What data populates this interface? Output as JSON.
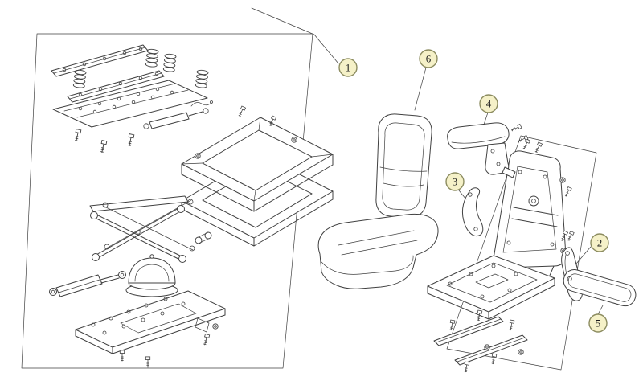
{
  "callouts": [
    {
      "label": "1"
    },
    {
      "label": "2"
    },
    {
      "label": "3"
    },
    {
      "label": "4"
    },
    {
      "label": "5"
    },
    {
      "label": "6"
    }
  ],
  "colors": {
    "background": "#ffffff",
    "line": "#404040",
    "balloon_fill": "#f5f1c8",
    "balloon_stroke": "#8c8c60",
    "balloon_text": "#1d1d1d"
  }
}
